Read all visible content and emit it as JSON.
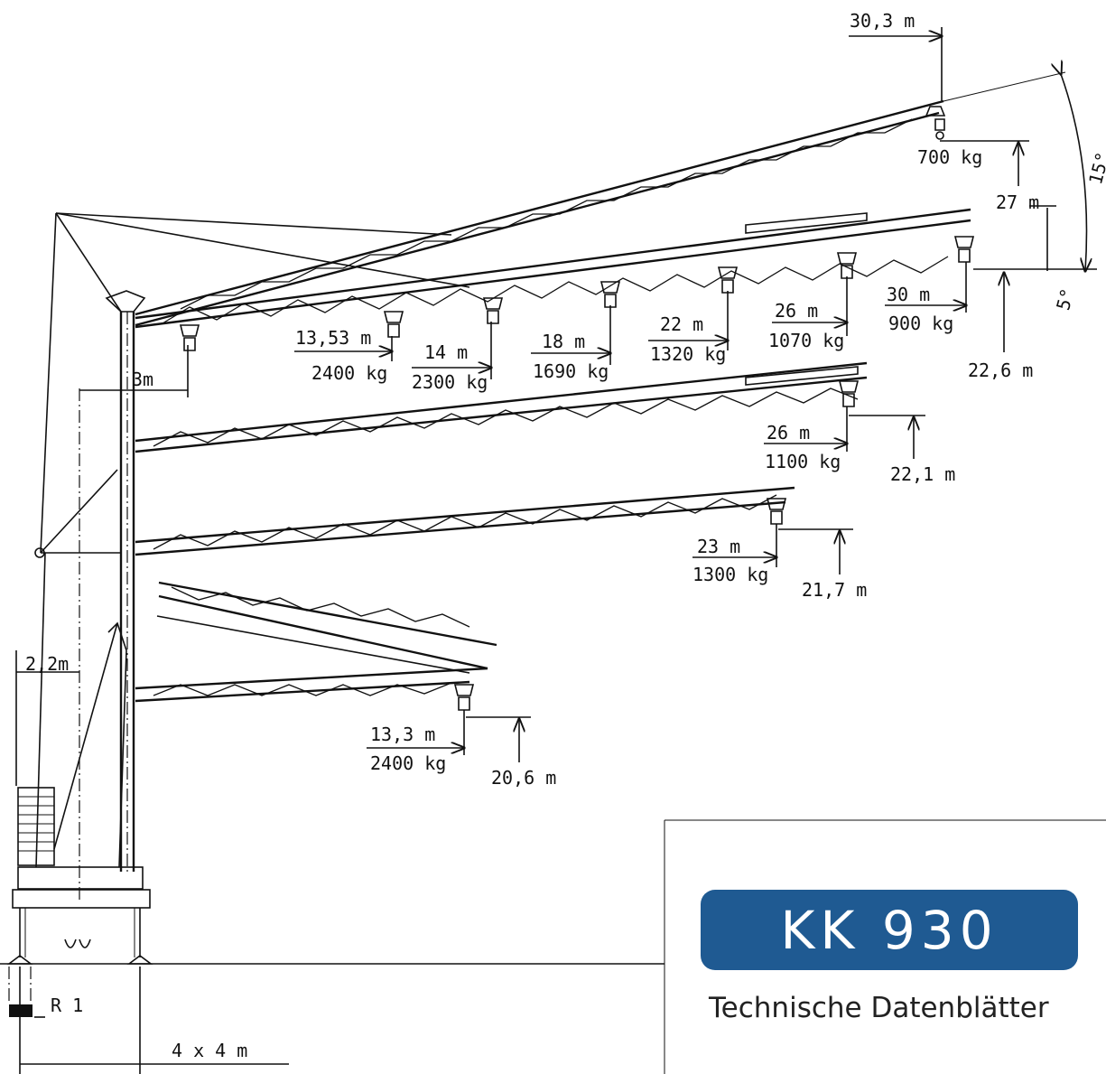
{
  "title_badge": "KK 930",
  "subtitle": "Technische Datenblätter",
  "base": {
    "dim_label": "4 x 4  m",
    "ballast_label": "R 1"
  },
  "top": {
    "offset_label": "3m",
    "jib_reach_label": "30,3 m",
    "angle_label": "15°",
    "small_angle_label": "5°"
  },
  "side_offset_label": "2,2m",
  "positions": [
    {
      "radius": "30,3 m",
      "load": "700 kg",
      "height": "27 m"
    },
    {
      "radius": "30 m",
      "load": "900 kg",
      "height": "22,6 m"
    },
    {
      "radius": "26 m",
      "load": "1070 kg"
    },
    {
      "radius": "22 m",
      "load": "1320 kg"
    },
    {
      "radius": "18 m",
      "load": "1690 kg"
    },
    {
      "radius": "14 m",
      "load": "2300 kg"
    },
    {
      "radius": "13,53 m",
      "load": "2400 kg"
    },
    {
      "radius": "26 m",
      "load": "1100 kg",
      "height": "22,1 m"
    },
    {
      "radius": "23 m",
      "load": "1300 kg",
      "height": "21,7 m"
    },
    {
      "radius": "13,3 m",
      "load": "2400 kg",
      "height": "20,6 m"
    }
  ],
  "colors": {
    "badge": "#1f5a92",
    "ink": "#111111"
  }
}
